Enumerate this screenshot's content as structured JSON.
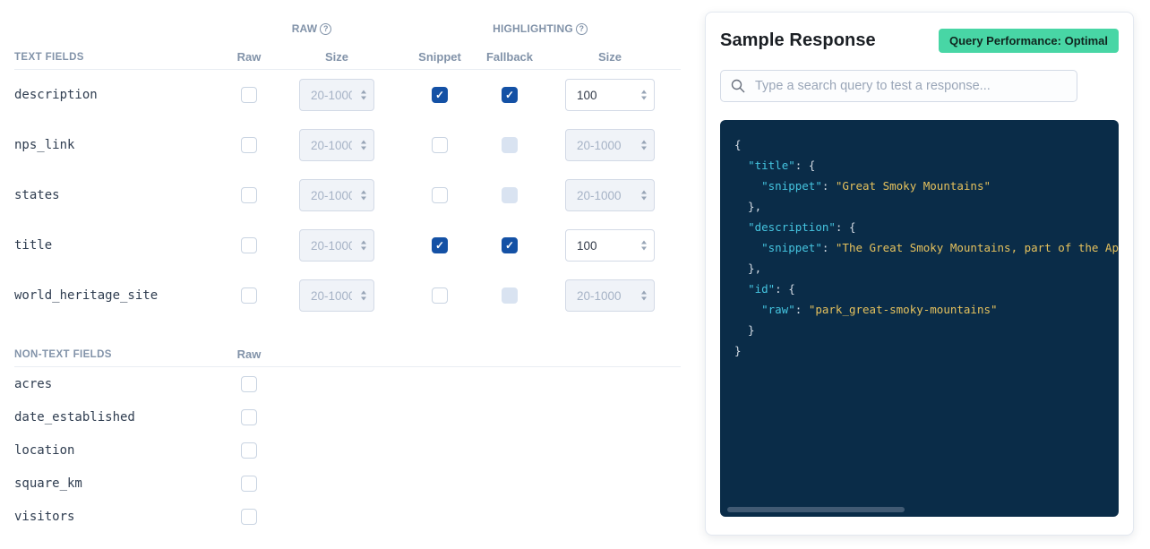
{
  "colors": {
    "accent_blue": "#1451a5",
    "badge_green": "#48d6a5",
    "code_bg": "#0a2c48",
    "code_key": "#45c5e0",
    "code_string": "#e5c15d",
    "code_punct": "#d5dce4",
    "header_gray": "#8293a9",
    "field_text": "#2f3d50",
    "divider": "#e9edf3",
    "input_border": "#d3dae6",
    "input_disabled_bg": "#f0f3f8",
    "input_disabled_text": "#a6b3c6",
    "scroll_thumb": "#415a73"
  },
  "fields_panel": {
    "group_headers": {
      "raw": "RAW",
      "highlighting": "HIGHLIGHTING"
    },
    "help_icon_glyph": "?",
    "text_fields": {
      "section_label": "TEXT FIELDS",
      "columns": {
        "raw": "Raw",
        "raw_size": "Size",
        "snippet": "Snippet",
        "fallback": "Fallback",
        "size": "Size"
      },
      "size_placeholder": "20-1000",
      "rows": [
        {
          "name": "description",
          "raw": false,
          "snippet": true,
          "fallback": "checked",
          "size": "100"
        },
        {
          "name": "nps_link",
          "raw": false,
          "snippet": false,
          "fallback": "disabled",
          "size": null
        },
        {
          "name": "states",
          "raw": false,
          "snippet": false,
          "fallback": "disabled",
          "size": null
        },
        {
          "name": "title",
          "raw": false,
          "snippet": true,
          "fallback": "checked",
          "size": "100"
        },
        {
          "name": "world_heritage_site",
          "raw": false,
          "snippet": false,
          "fallback": "disabled",
          "size": null
        }
      ]
    },
    "non_text_fields": {
      "section_label": "NON-TEXT FIELDS",
      "columns": {
        "raw": "Raw"
      },
      "rows": [
        {
          "name": "acres",
          "raw": false
        },
        {
          "name": "date_established",
          "raw": false
        },
        {
          "name": "location",
          "raw": false
        },
        {
          "name": "square_km",
          "raw": false
        },
        {
          "name": "visitors",
          "raw": false
        }
      ]
    }
  },
  "sample_response": {
    "title": "Sample Response",
    "badge": "Query Performance: Optimal",
    "search_placeholder": "Type a search query to test a response...",
    "checkmark_glyph": "✓",
    "code_lines": [
      [
        {
          "t": "p",
          "s": "{"
        }
      ],
      [
        {
          "t": "p",
          "s": "  "
        },
        {
          "t": "k",
          "s": "\"title\""
        },
        {
          "t": "p",
          "s": ": {"
        }
      ],
      [
        {
          "t": "p",
          "s": "    "
        },
        {
          "t": "k",
          "s": "\"snippet\""
        },
        {
          "t": "p",
          "s": ": "
        },
        {
          "t": "s",
          "s": "\"Great Smoky Mountains\""
        }
      ],
      [
        {
          "t": "p",
          "s": "  },"
        }
      ],
      [
        {
          "t": "p",
          "s": "  "
        },
        {
          "t": "k",
          "s": "\"description\""
        },
        {
          "t": "p",
          "s": ": {"
        }
      ],
      [
        {
          "t": "p",
          "s": "    "
        },
        {
          "t": "k",
          "s": "\"snippet\""
        },
        {
          "t": "p",
          "s": ": "
        },
        {
          "t": "s",
          "s": "\"The Great Smoky Mountains, part of the Appalachian Mountains\""
        }
      ],
      [
        {
          "t": "p",
          "s": "  },"
        }
      ],
      [
        {
          "t": "p",
          "s": "  "
        },
        {
          "t": "k",
          "s": "\"id\""
        },
        {
          "t": "p",
          "s": ": {"
        }
      ],
      [
        {
          "t": "p",
          "s": "    "
        },
        {
          "t": "k",
          "s": "\"raw\""
        },
        {
          "t": "p",
          "s": ": "
        },
        {
          "t": "s",
          "s": "\"park_great-smoky-mountains\""
        }
      ],
      [
        {
          "t": "p",
          "s": "  }"
        }
      ],
      [
        {
          "t": "p",
          "s": "}"
        }
      ]
    ]
  }
}
